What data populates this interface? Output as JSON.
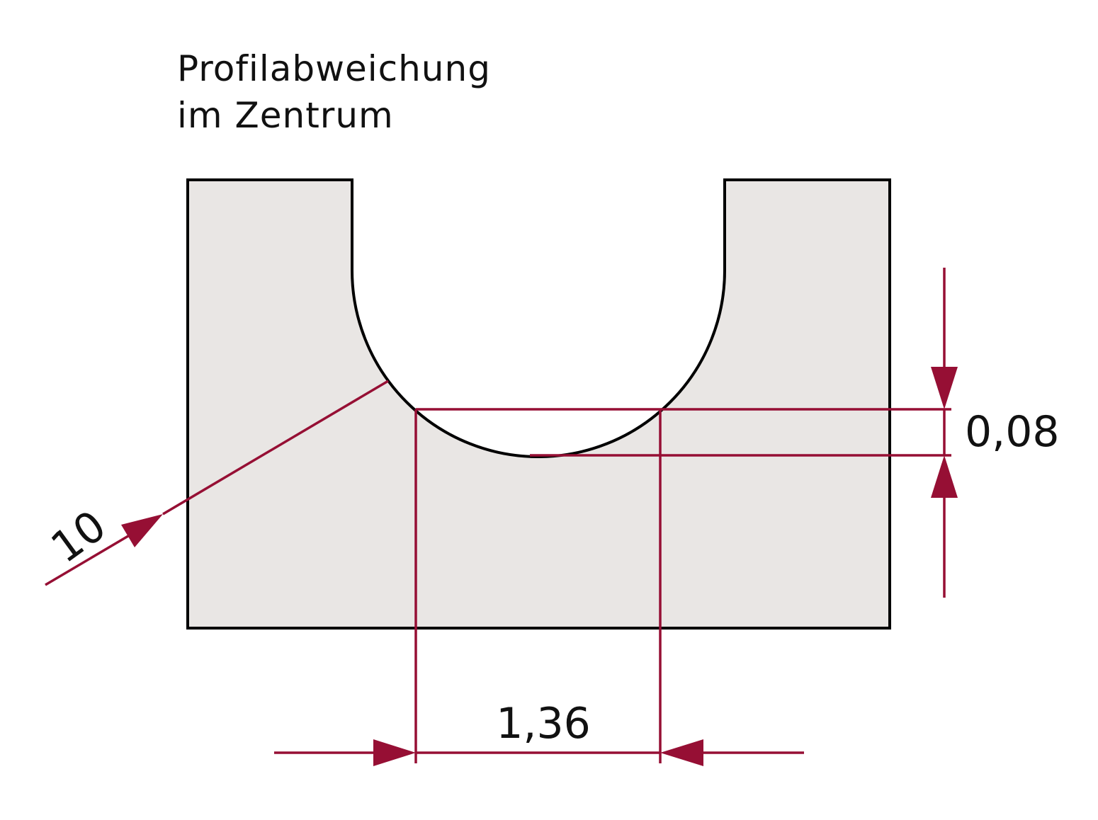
{
  "title": {
    "line1": "Profilabweichung",
    "line2": "im Zentrum"
  },
  "dimensions": {
    "radius": "10",
    "width": "1,36",
    "depth": "0,08"
  },
  "colors": {
    "part_fill": "#e9e6e4",
    "outline": "#000000",
    "dimension": "#960f34",
    "text": "#111111"
  }
}
